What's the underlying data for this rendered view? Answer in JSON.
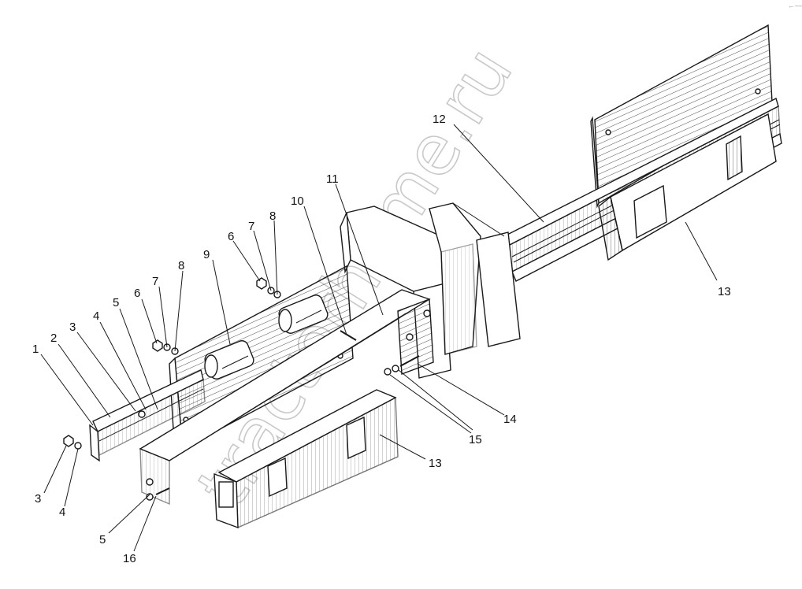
{
  "watermark": "tractorhome.ru",
  "corner_mark": "←—",
  "labels": {
    "l1": "1",
    "l2": "2",
    "l3a": "3",
    "l4a": "4",
    "l5a": "5",
    "l6a": "6",
    "l7a": "7",
    "l8a": "8",
    "l9": "9",
    "l6b": "6",
    "l7b": "7",
    "l8b": "8",
    "l10": "10",
    "l11": "11",
    "l12": "12",
    "l13a": "13",
    "l14": "14",
    "l15": "15",
    "l13b": "13",
    "l3b": "3",
    "l4b": "4",
    "l5b": "5",
    "l16": "16"
  },
  "colors": {
    "ink": "#1a1a1a",
    "paper": "#ffffff",
    "watermark": "#c9c9c9"
  }
}
